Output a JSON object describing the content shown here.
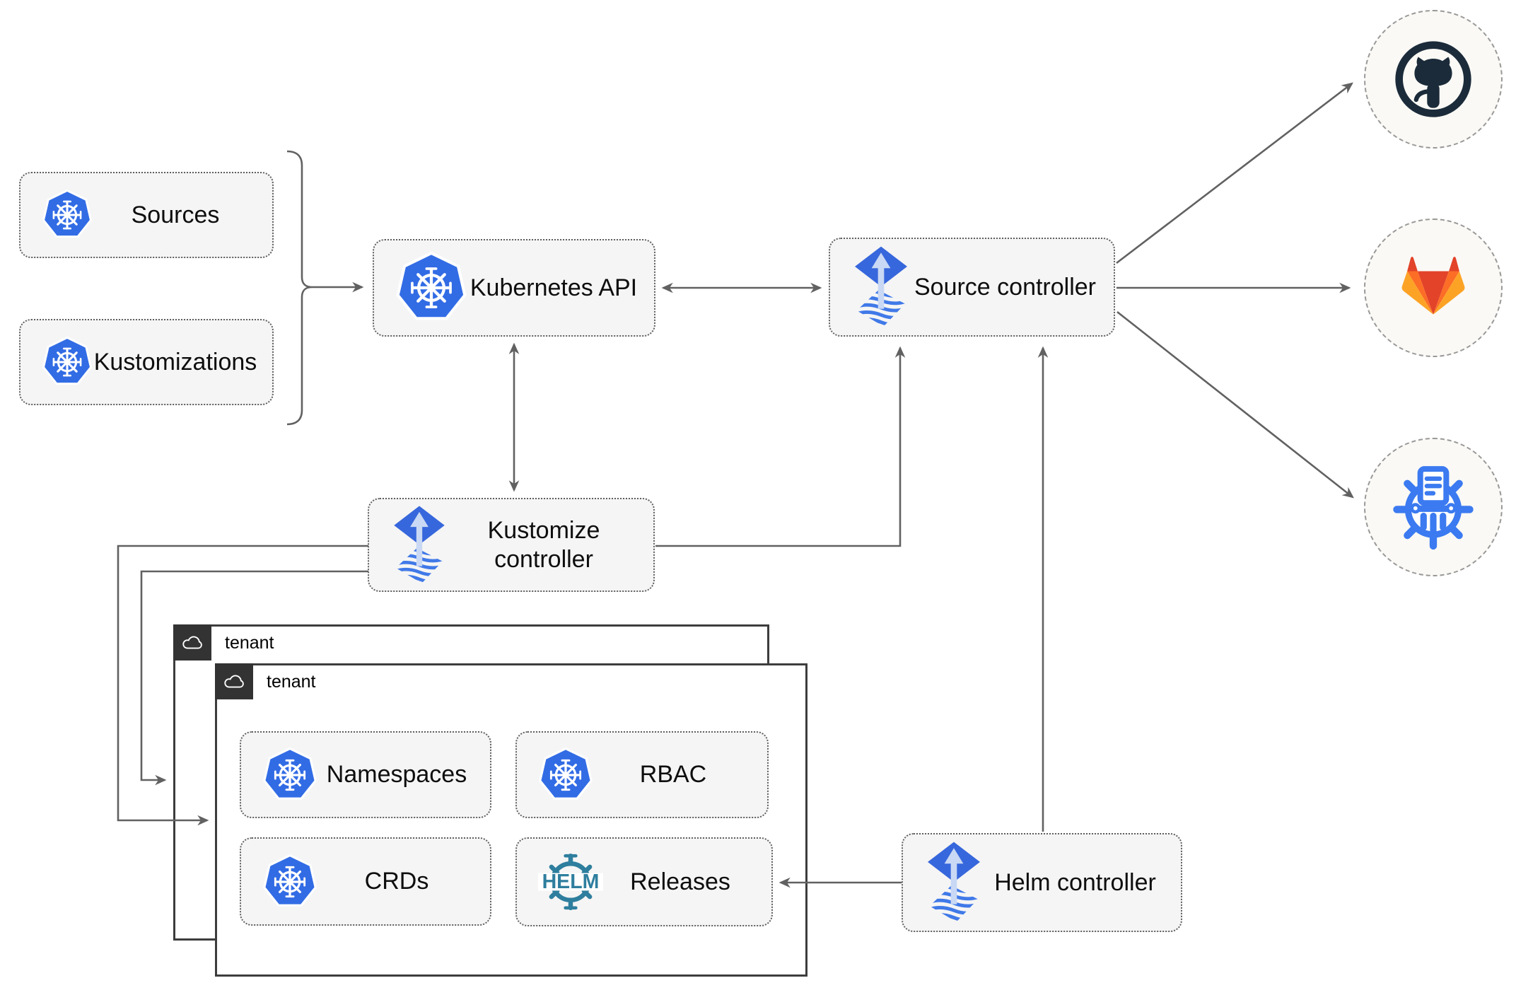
{
  "nodes": {
    "sources": {
      "label": "Sources",
      "icon": "kubernetes-icon"
    },
    "kustomizations": {
      "label": "Kustomizations",
      "icon": "kubernetes-icon"
    },
    "kubernetes_api": {
      "label": "Kubernetes API",
      "icon": "kubernetes-icon"
    },
    "source_controller": {
      "label": "Source controller",
      "icon": "flux-icon"
    },
    "kustomize_controller": {
      "label": "Kustomize controller",
      "icon": "flux-icon"
    },
    "helm_controller": {
      "label": "Helm controller",
      "icon": "flux-icon"
    },
    "namespaces": {
      "label": "Namespaces",
      "icon": "kubernetes-icon"
    },
    "rbac": {
      "label": "RBAC",
      "icon": "kubernetes-icon"
    },
    "crds": {
      "label": "CRDs",
      "icon": "kubernetes-icon"
    },
    "releases": {
      "label": "Releases",
      "icon": "helm-icon",
      "icon_label": "HELM"
    }
  },
  "groups": {
    "outer_tenant": {
      "label": "tenant",
      "icon": "cloud-icon"
    },
    "inner_tenant": {
      "label": "tenant",
      "icon": "cloud-icon"
    }
  },
  "externals": [
    {
      "icon": "github-icon"
    },
    {
      "icon": "gitlab-icon"
    },
    {
      "icon": "helm-repository-icon"
    }
  ],
  "edges": [
    {
      "from": "sources+kustomizations",
      "to": "kubernetes_api",
      "arrow": "forward"
    },
    {
      "from": "kubernetes_api",
      "to": "source_controller",
      "arrow": "both"
    },
    {
      "from": "kubernetes_api",
      "to": "kustomize_controller",
      "arrow": "both"
    },
    {
      "from": "kustomize_controller",
      "to": "source_controller",
      "arrow": "forward"
    },
    {
      "from": "helm_controller",
      "to": "source_controller",
      "arrow": "forward"
    },
    {
      "from": "source_controller",
      "to": "github",
      "arrow": "forward"
    },
    {
      "from": "source_controller",
      "to": "gitlab",
      "arrow": "forward"
    },
    {
      "from": "source_controller",
      "to": "helm_repository",
      "arrow": "forward"
    },
    {
      "from": "kustomize_controller",
      "to": "inner_tenant",
      "arrow": "forward"
    },
    {
      "from": "kustomize_controller",
      "to": "outer_tenant",
      "arrow": "forward"
    },
    {
      "from": "helm_controller",
      "to": "releases",
      "arrow": "forward"
    }
  ],
  "colors": {
    "kubernetes_blue": "#326ce5",
    "flux_blue": "#3767dc",
    "flux_arrow_light": "#c9d8f4",
    "flux_stripe_blue": "#4079e8",
    "helm_teal": "#2e7e9e",
    "github_dark": "#1b2b3a",
    "gitlab_red": "#e24329",
    "gitlab_orange": "#fc6d26",
    "gitlab_amber": "#fca326",
    "helm_repo_blue": "#3b7af0",
    "node_fill": "#f5f5f5",
    "node_border": "#5f5f5f",
    "line_gray": "#616161",
    "tenant_border": "#3d3d3d",
    "tenant_badge": "#333333",
    "external_circle_fill": "#faf9f5"
  }
}
